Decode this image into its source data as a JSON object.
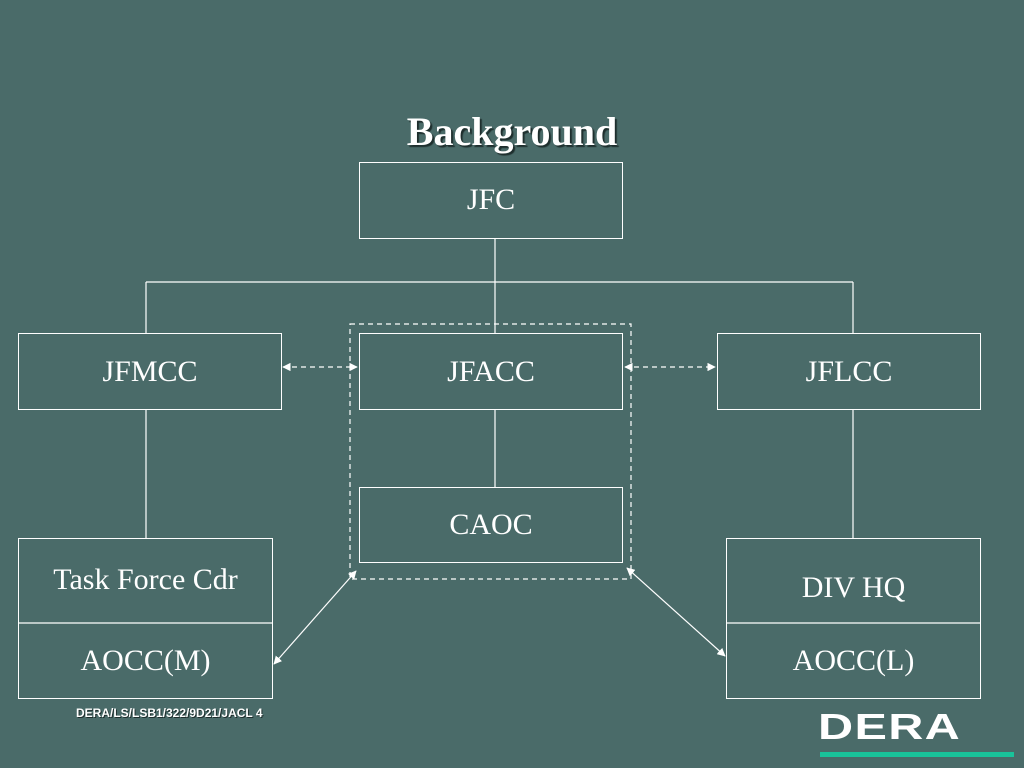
{
  "title": "Background",
  "nodes": {
    "jfc": "JFC",
    "jfmcc": "JFMCC",
    "jfacc": "JFACC",
    "jflcc": "JFLCC",
    "caoc": "CAOC",
    "task_force_cdr": "Task Force Cdr",
    "aocc_m": "AOCC(M)",
    "div_hq": "DIV HQ",
    "aocc_l": "AOCC(L)"
  },
  "footer": {
    "reference": "DERA/LS/LSB1/322/9D21/JACL 4",
    "logo_text": "DERA"
  },
  "colors": {
    "background": "#4a6b69",
    "lines": "#ffffff",
    "logo_accent": "#19c39a"
  }
}
